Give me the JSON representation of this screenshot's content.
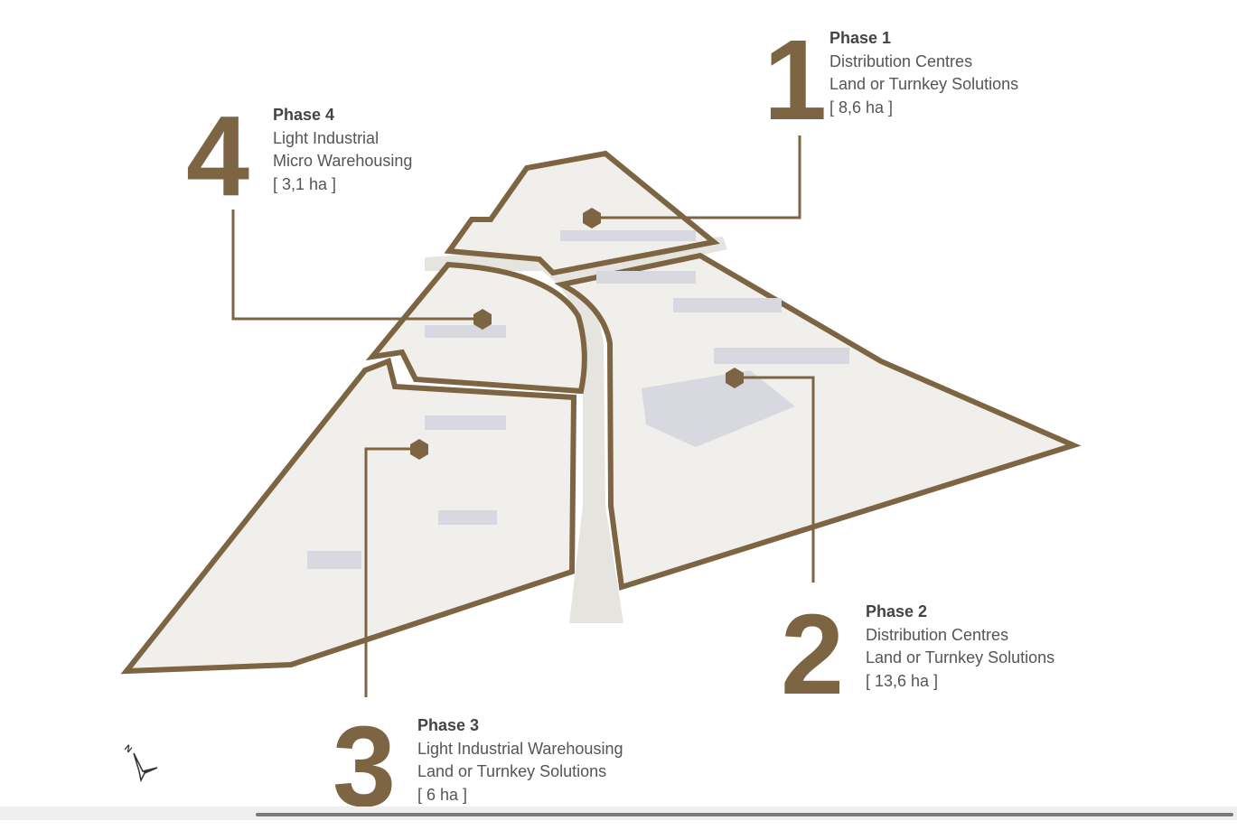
{
  "phases": [
    {
      "number": "1",
      "title": "Phase 1",
      "line1": "Distribution Centres",
      "line2": "Land or Turnkey Solutions",
      "area": "[ 8,6 ha ]"
    },
    {
      "number": "2",
      "title": "Phase 2",
      "line1": "Distribution Centres",
      "line2": "Land or Turnkey Solutions",
      "area": "[ 13,6 ha ]"
    },
    {
      "number": "3",
      "title": "Phase 3",
      "line1": "Light Industrial Warehousing",
      "line2": "Land or Turnkey Solutions",
      "area": "[ 6 ha ]"
    },
    {
      "number": "4",
      "title": "Phase 4",
      "line1": "Light Industrial",
      "line2": "Micro Warehousing",
      "area": "[ 3,1 ha ]"
    }
  ],
  "compass": {
    "label": "N"
  },
  "colors": {
    "accent": "#7d6443",
    "site_fill": "#f1efeb",
    "road": "#e3e1dc"
  }
}
